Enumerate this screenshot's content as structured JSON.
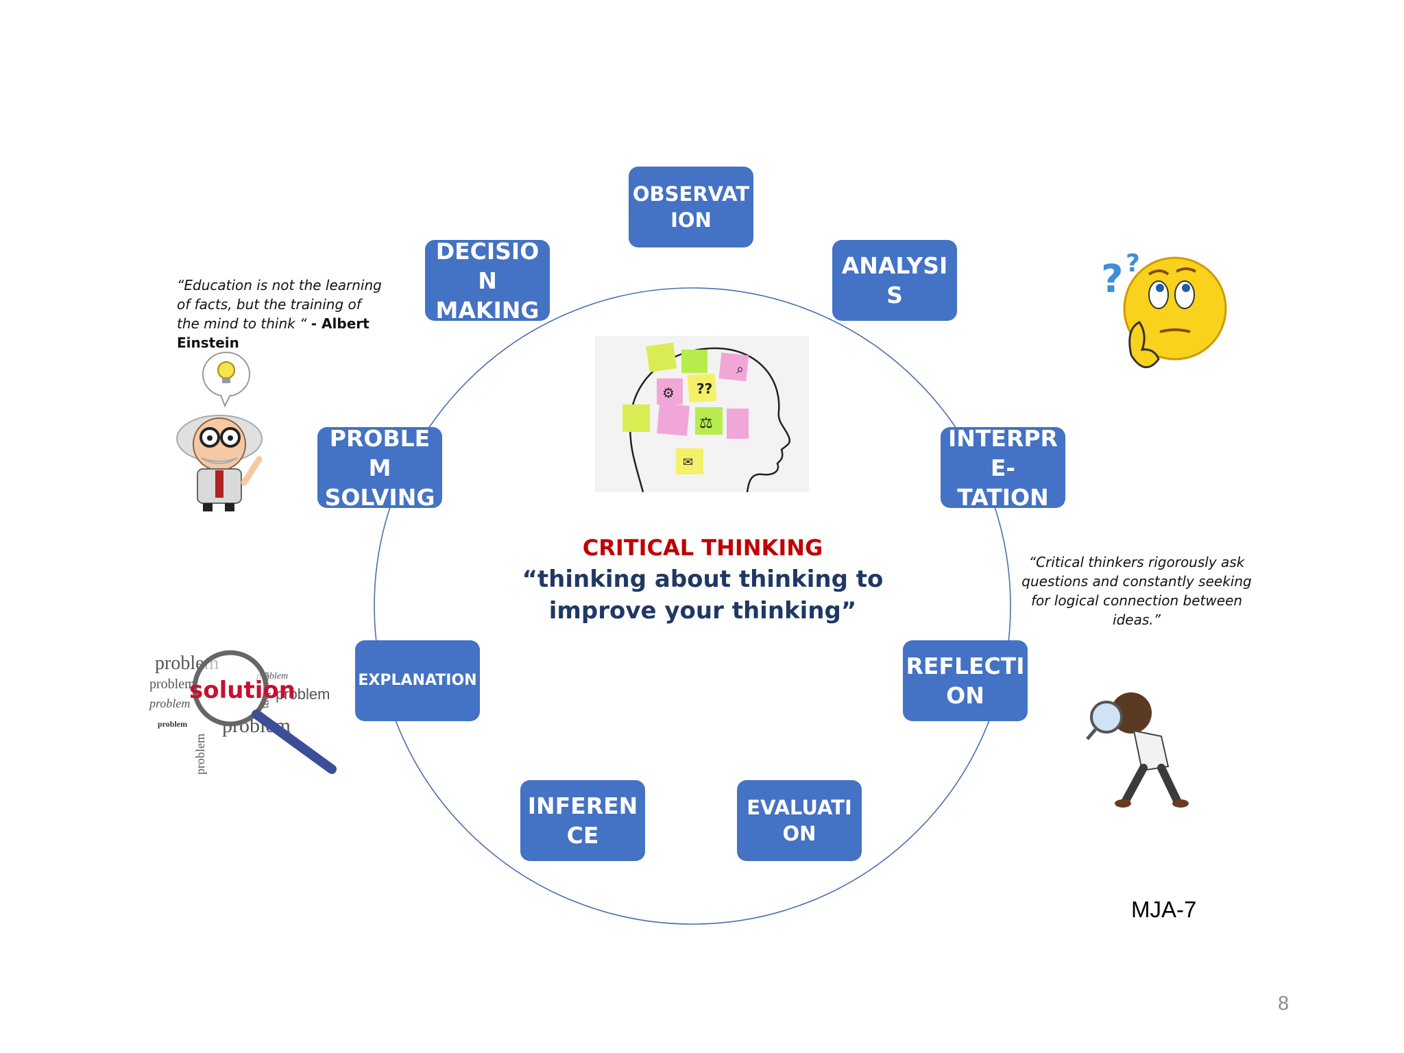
{
  "cycle": {
    "nodes": [
      {
        "id": "observation",
        "label": "OBSERVAT\nION"
      },
      {
        "id": "analysis",
        "label": "ANALYSI\nS"
      },
      {
        "id": "interpretation",
        "label": "INTERPR\nE-\nTATION"
      },
      {
        "id": "reflection",
        "label": "REFLECTI\nON"
      },
      {
        "id": "evaluation",
        "label": "EVALUATI\nON"
      },
      {
        "id": "inference",
        "label": "INFEREN\nCE"
      },
      {
        "id": "explanation",
        "label": "EXPLANATION"
      },
      {
        "id": "problem_solving",
        "label": "PROBLE\nM\nSOLVING"
      },
      {
        "id": "decision_making",
        "label": "DECISIO\nN\nMAKING"
      }
    ]
  },
  "center": {
    "title": "CRITICAL THINKING",
    "subtitle": "“thinking about thinking to\nimprove your thinking”"
  },
  "quotes": {
    "left_text": "“Education is not the learning of facts, but the training of the mind to think “ ",
    "left_author": "- Albert Einstein",
    "right_text": "“Critical thinkers rigorously ask questions and constantly seeking for logical connection between ideas.”"
  },
  "illustrations": {
    "solution_words": {
      "main": "solution",
      "word": "problem"
    }
  },
  "footer": {
    "label": "MJA-7",
    "page_number": "8"
  },
  "colors": {
    "node_fill": "#4472c4",
    "title_red": "#c00000",
    "subtitle_navy": "#1f3864",
    "ring_line": "#4a6fb0"
  },
  "icons": [
    "head-sticky-notes-icon",
    "thinking-face-emoji-icon",
    "einstein-lightbulb-icon",
    "detective-magnifier-icon",
    "magnifying-glass-icon"
  ]
}
